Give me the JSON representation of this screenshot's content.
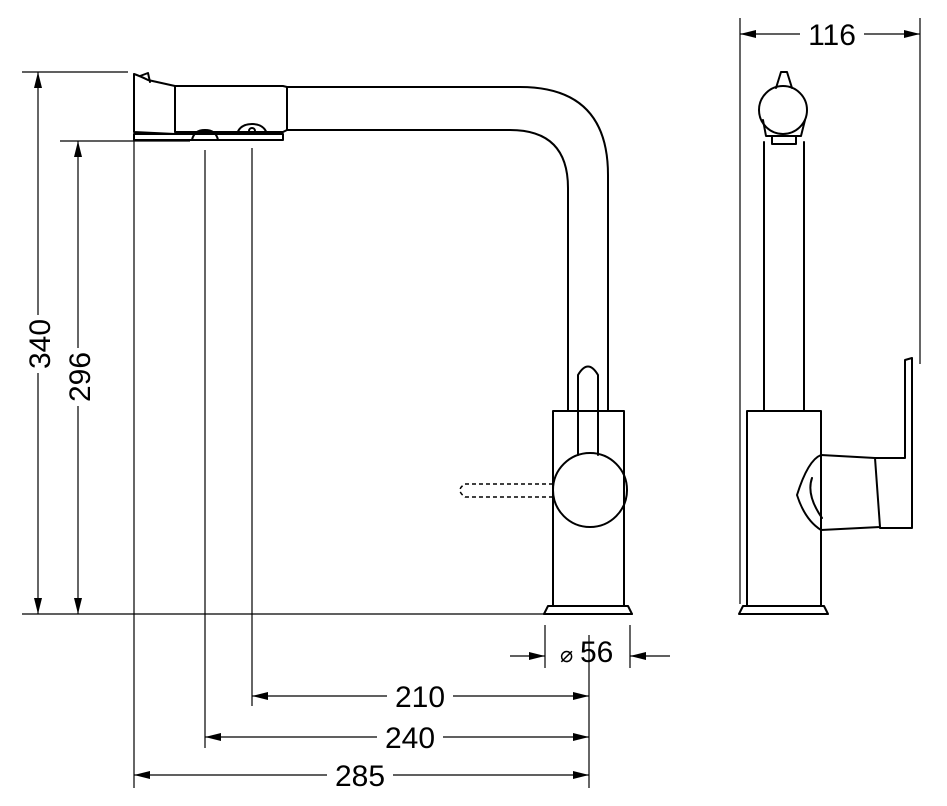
{
  "dimensions": {
    "total_height": "340",
    "spout_height": "296",
    "reach_aerator": "210",
    "reach_spray": "240",
    "overall_length": "285",
    "base_diameter_symbol": "⌀",
    "base_diameter": "56",
    "side_width": "116"
  }
}
